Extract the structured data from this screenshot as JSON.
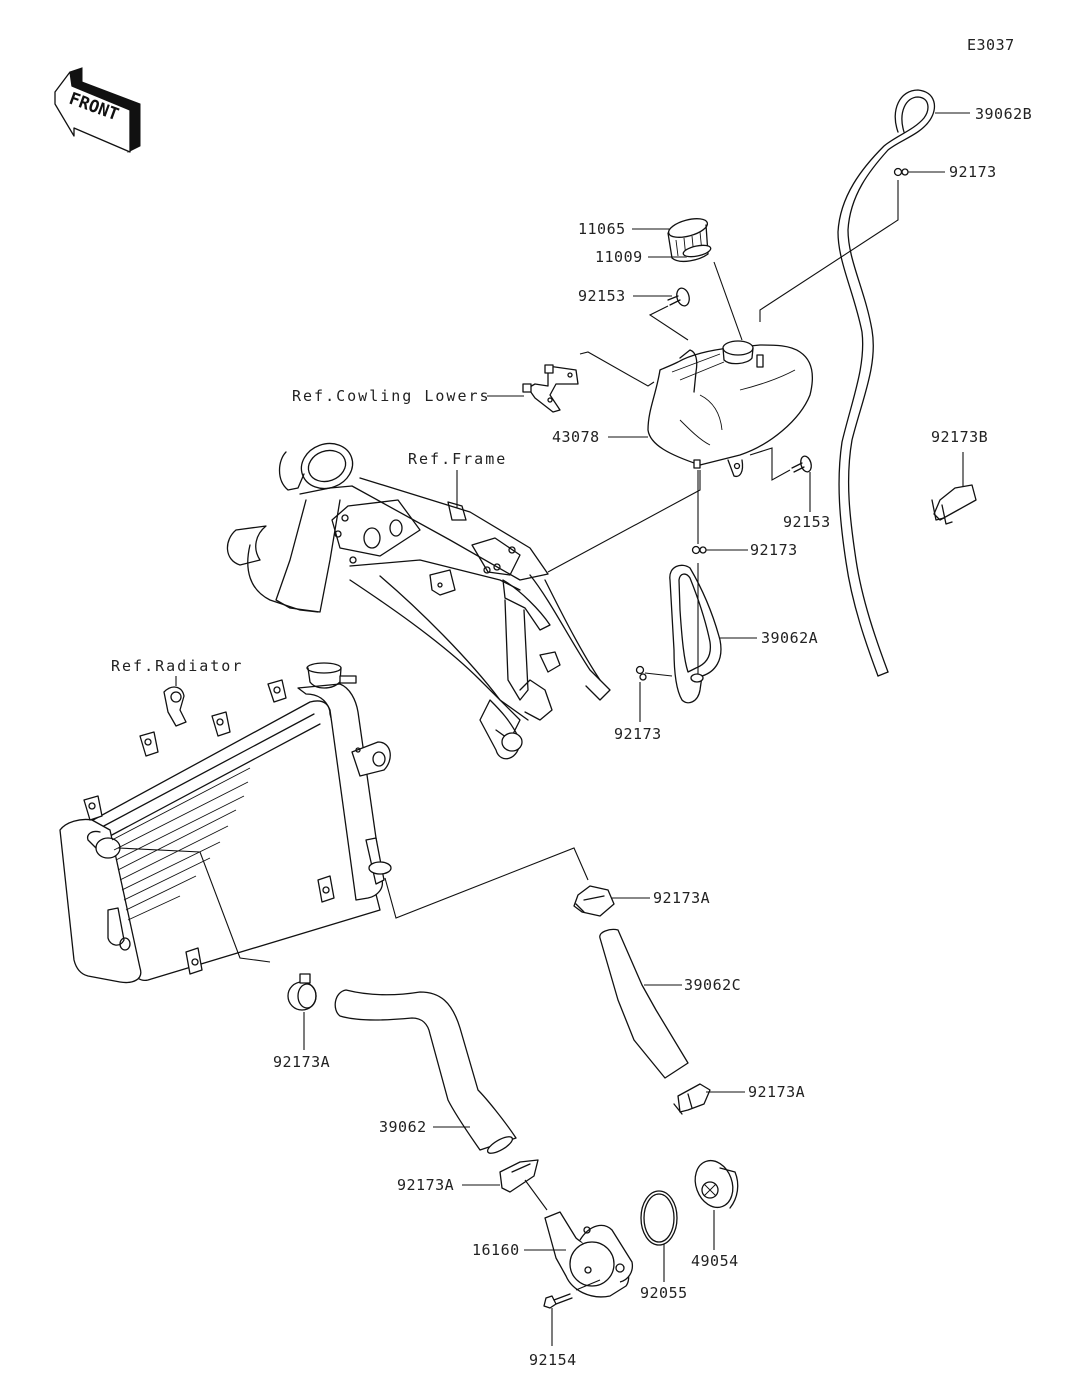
{
  "diagram": {
    "code": "E3037",
    "front_indicator": "FRONT",
    "parts": {
      "p39062B": "39062B",
      "p92173_top": "92173",
      "p11065": "11065",
      "p11009": "11009",
      "p92153_top": "92153",
      "p43078": "43078",
      "p92153_right": "92153",
      "p92173B": "92173B",
      "p92173_mid": "92173",
      "p39062A": "39062A",
      "p92173_low": "92173",
      "p92173A_right_top": "92173A",
      "p39062C": "39062C",
      "p92173A_left": "92173A",
      "p92173A_right_bottom": "92173A",
      "p39062": "39062",
      "p92173A_bottom": "92173A",
      "p16160": "16160",
      "p92055": "92055",
      "p49054": "49054",
      "p92154": "92154"
    },
    "references": {
      "cowling": "Ref.Cowling Lowers",
      "frame": "Ref.Frame",
      "radiator": "Ref.Radiator"
    }
  }
}
